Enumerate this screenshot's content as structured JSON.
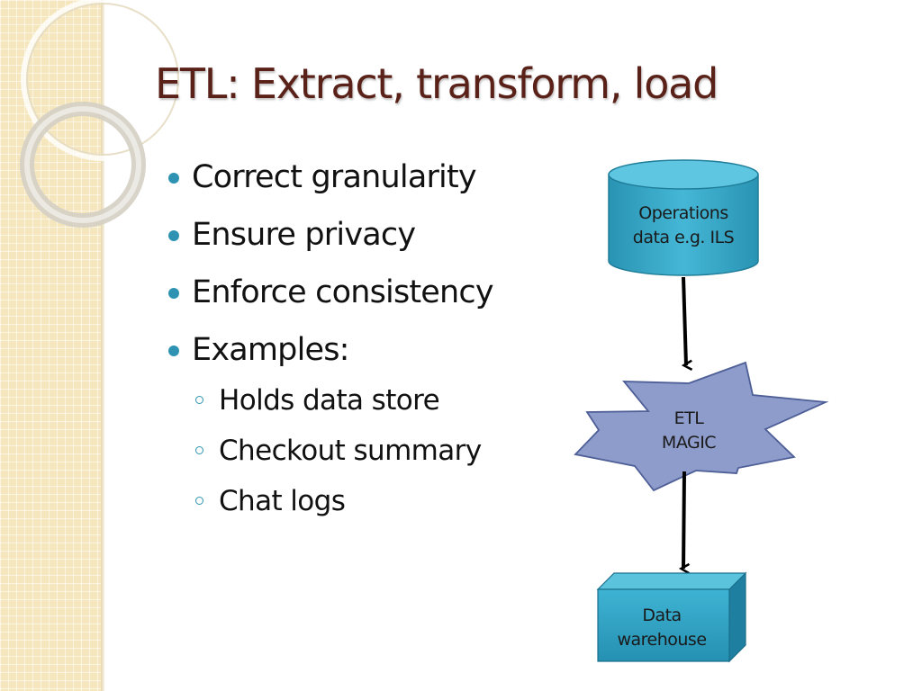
{
  "slide": {
    "title": "ETL: Extract, transform, load",
    "bullets": [
      "Correct granularity",
      "Ensure privacy",
      "Enforce consistency",
      "Examples:"
    ],
    "sub_bullets": [
      "Holds data store",
      "Checkout summary",
      "Chat logs"
    ]
  },
  "diagram": {
    "source_node": {
      "line1": "Operations",
      "line2": "data e.g. ILS"
    },
    "process_node": {
      "line1": "ETL",
      "line2": "MAGIC"
    },
    "target_node": {
      "line1": "Data",
      "line2": "warehouse"
    }
  },
  "colors": {
    "title": "#5a2118",
    "bullet_marker": "#2e93b3",
    "cylinder_fill": "#31a6c6",
    "starburst_fill": "#8e9ccb",
    "box_fill": "#2c9ec0",
    "arrow": "#000000",
    "side_panel": "#f5e6bd"
  },
  "icons": {
    "bullet": "filled-circle",
    "sub_bullet": "hollow-circle"
  }
}
